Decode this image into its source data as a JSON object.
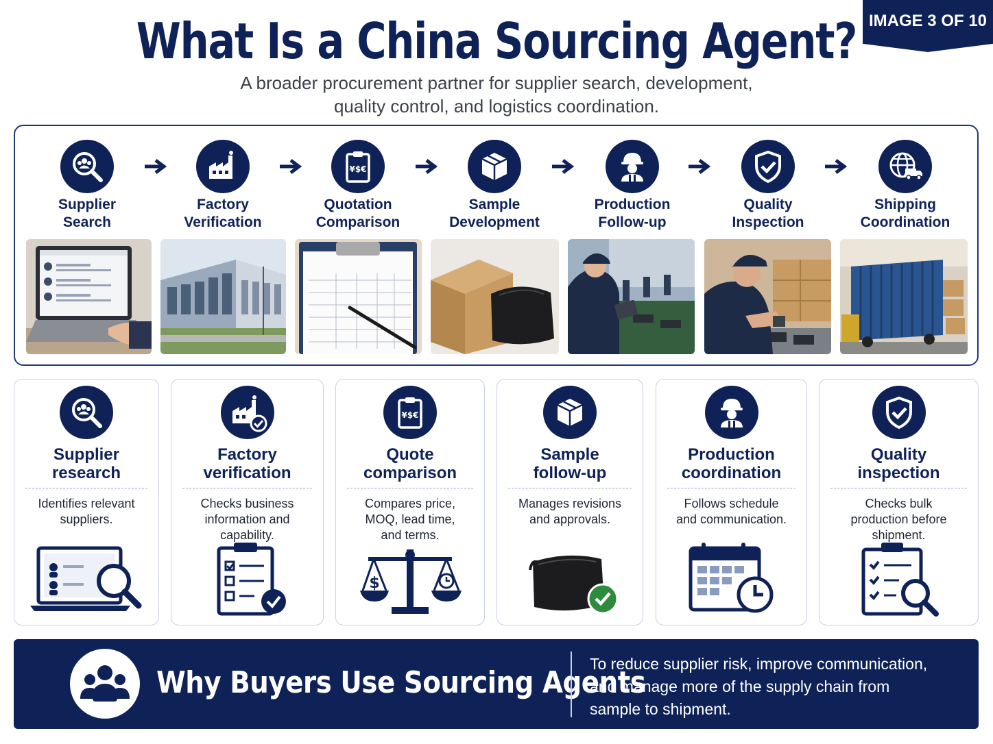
{
  "badge": "IMAGE 3 OF 10",
  "title": "What Is a China Sourcing Agent?",
  "subtitle_line1": "A broader procurement partner for supplier search, development,",
  "subtitle_line2": "quality control, and logistics coordination.",
  "process_steps": [
    {
      "line1": "Supplier",
      "line2": "Search",
      "icon": "search-people-icon"
    },
    {
      "line1": "Factory",
      "line2": "Verification",
      "icon": "factory-icon"
    },
    {
      "line1": "Quotation",
      "line2": "Comparison",
      "icon": "quote-clipboard-icon"
    },
    {
      "line1": "Sample",
      "line2": "Development",
      "icon": "box-icon"
    },
    {
      "line1": "Production",
      "line2": "Follow-up",
      "icon": "worker-icon"
    },
    {
      "line1": "Quality",
      "line2": "Inspection",
      "icon": "shield-check-icon"
    },
    {
      "line1": "Shipping",
      "line2": "Coordination",
      "icon": "globe-truck-icon"
    }
  ],
  "photos": [
    "laptop-supplier-list-photo",
    "factory-building-photo",
    "quotation-sheet-photo",
    "sample-box-bag-photo",
    "production-line-photo",
    "quality-inspection-photo",
    "shipping-container-photo"
  ],
  "cards": [
    {
      "title1": "Supplier",
      "title2": "research",
      "desc": [
        "Identifies relevant",
        "suppliers."
      ],
      "icon": "search-people-icon",
      "illustration": "laptop-magnifier-illustration"
    },
    {
      "title1": "Factory",
      "title2": "verification",
      "desc": [
        "Checks business",
        "information and",
        "capability."
      ],
      "icon": "factory-check-icon",
      "illustration": "checklist-clipboard-illustration"
    },
    {
      "title1": "Quote",
      "title2": "comparison",
      "desc": [
        "Compares price,",
        "MOQ, lead time,",
        "and terms."
      ],
      "icon": "quote-clipboard-icon",
      "illustration": "balance-scale-illustration"
    },
    {
      "title1": "Sample",
      "title2": "follow-up",
      "desc": [
        "Manages revisions",
        "and approvals."
      ],
      "icon": "box-icon",
      "illustration": "approved-bag-illustration"
    },
    {
      "title1": "Production",
      "title2": "coordination",
      "desc": [
        "Follows schedule",
        "and communication."
      ],
      "icon": "worker-icon",
      "illustration": "calendar-clock-illustration"
    },
    {
      "title1": "Quality",
      "title2": "inspection",
      "desc": [
        "Checks bulk",
        "production before",
        "shipment."
      ],
      "icon": "shield-check-icon",
      "illustration": "inspection-clipboard-illustration"
    }
  ],
  "banner": {
    "title": "Why Buyers Use Sourcing Agents",
    "text_line1": "To reduce supplier risk, improve communication,",
    "text_line2": "and manage more of the supply chain from",
    "text_line3": "sample to shipment.",
    "icon": "group-people-icon"
  },
  "colors": {
    "navy": "#0f2257",
    "accent_green": "#2e8b3e"
  }
}
